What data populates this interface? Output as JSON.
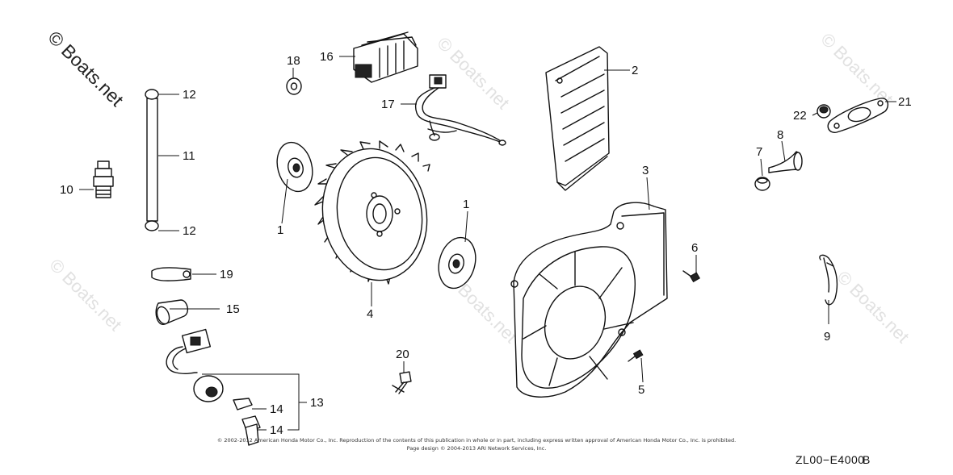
{
  "watermark": {
    "text": "© Boats.net"
  },
  "callouts": [
    "1",
    "1",
    "2",
    "3",
    "4",
    "5",
    "6",
    "7",
    "8",
    "9",
    "10",
    "11",
    "12",
    "12",
    "13",
    "14",
    "14",
    "15",
    "16",
    "17",
    "18",
    "19",
    "20",
    "21",
    "22"
  ],
  "copyright": {
    "line1": "© 2002-2012 American Honda Motor Co., Inc. Reproduction of the contents of this publication in whole or in part, including express written approval of American Honda Motor Co., Inc. is prohibited.",
    "line2": "Page design © 2004-2013 ARI Network Services, Inc."
  },
  "diagram_code": "ZL00−E4000",
  "diagram_rev": "B"
}
